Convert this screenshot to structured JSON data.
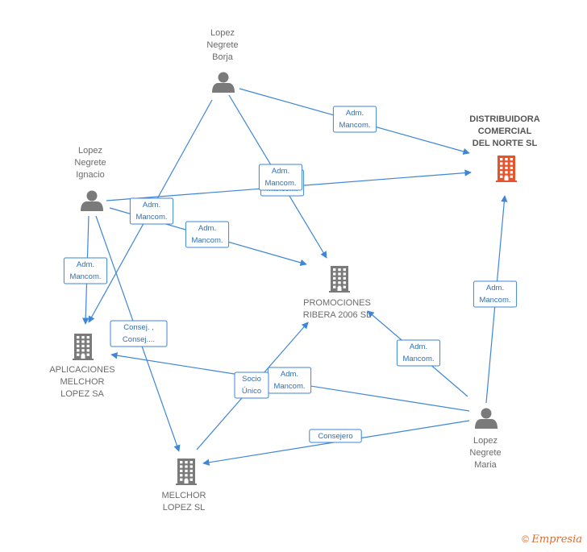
{
  "accent_color": "#3f86d6",
  "main_color": "#e8532b",
  "node_color": "#7a7a7a",
  "nodes": [
    {
      "id": "borja",
      "kind": "person",
      "lines": [
        "Lopez",
        "Negrete",
        "Borja"
      ]
    },
    {
      "id": "ignacio",
      "kind": "person",
      "lines": [
        "Lopez",
        "Negrete",
        "Ignacio"
      ]
    },
    {
      "id": "maria",
      "kind": "person",
      "lines": [
        "Lopez",
        "Negrete",
        "Maria"
      ]
    },
    {
      "id": "distribuidora",
      "kind": "company-main",
      "lines": [
        "DISTRIBUIDORA",
        "COMERCIAL",
        "DEL NORTE SL"
      ]
    },
    {
      "id": "promociones",
      "kind": "company",
      "lines": [
        "PROMOCIONES",
        "RIBERA 2006 SL"
      ]
    },
    {
      "id": "aplicaciones",
      "kind": "company",
      "lines": [
        "APLICACIONES",
        "MELCHOR",
        "LOPEZ SA"
      ]
    },
    {
      "id": "melchor",
      "kind": "company",
      "lines": [
        "MELCHOR",
        "LOPEZ SL"
      ]
    }
  ],
  "edges": [
    {
      "from": "borja",
      "to": "distribuidora",
      "label": [
        "Adm.",
        "Mancom."
      ]
    },
    {
      "from": "borja",
      "to": "promociones",
      "label": [
        "Adm.",
        "Mancom."
      ]
    },
    {
      "from": "borja",
      "to": "aplicaciones",
      "label": [
        "Adm.",
        "Mancom."
      ]
    },
    {
      "from": "ignacio",
      "to": "distribuidora",
      "label": [
        "Adm.",
        "Mancom."
      ]
    },
    {
      "from": "ignacio",
      "to": "promociones",
      "label": [
        "Adm.",
        "Mancom."
      ]
    },
    {
      "from": "ignacio",
      "to": "aplicaciones",
      "label": [
        "Adm.",
        "Mancom."
      ]
    },
    {
      "from": "ignacio",
      "to": "melchor",
      "label": [
        "Consej. ,",
        "Consej...."
      ]
    },
    {
      "from": "maria",
      "to": "distribuidora",
      "label": [
        "Adm.",
        "Mancom."
      ]
    },
    {
      "from": "maria",
      "to": "promociones",
      "label": [
        "Adm.",
        "Mancom."
      ]
    },
    {
      "from": "maria",
      "to": "aplicaciones",
      "label": [
        "Adm.",
        "Mancom."
      ]
    },
    {
      "from": "maria",
      "to": "melchor",
      "label": [
        "Consejero"
      ]
    },
    {
      "from": "melchor",
      "to": "promociones",
      "label": [
        "Socio",
        "Único"
      ]
    }
  ],
  "footer": {
    "copyright": "©",
    "brand": "Empresia"
  }
}
